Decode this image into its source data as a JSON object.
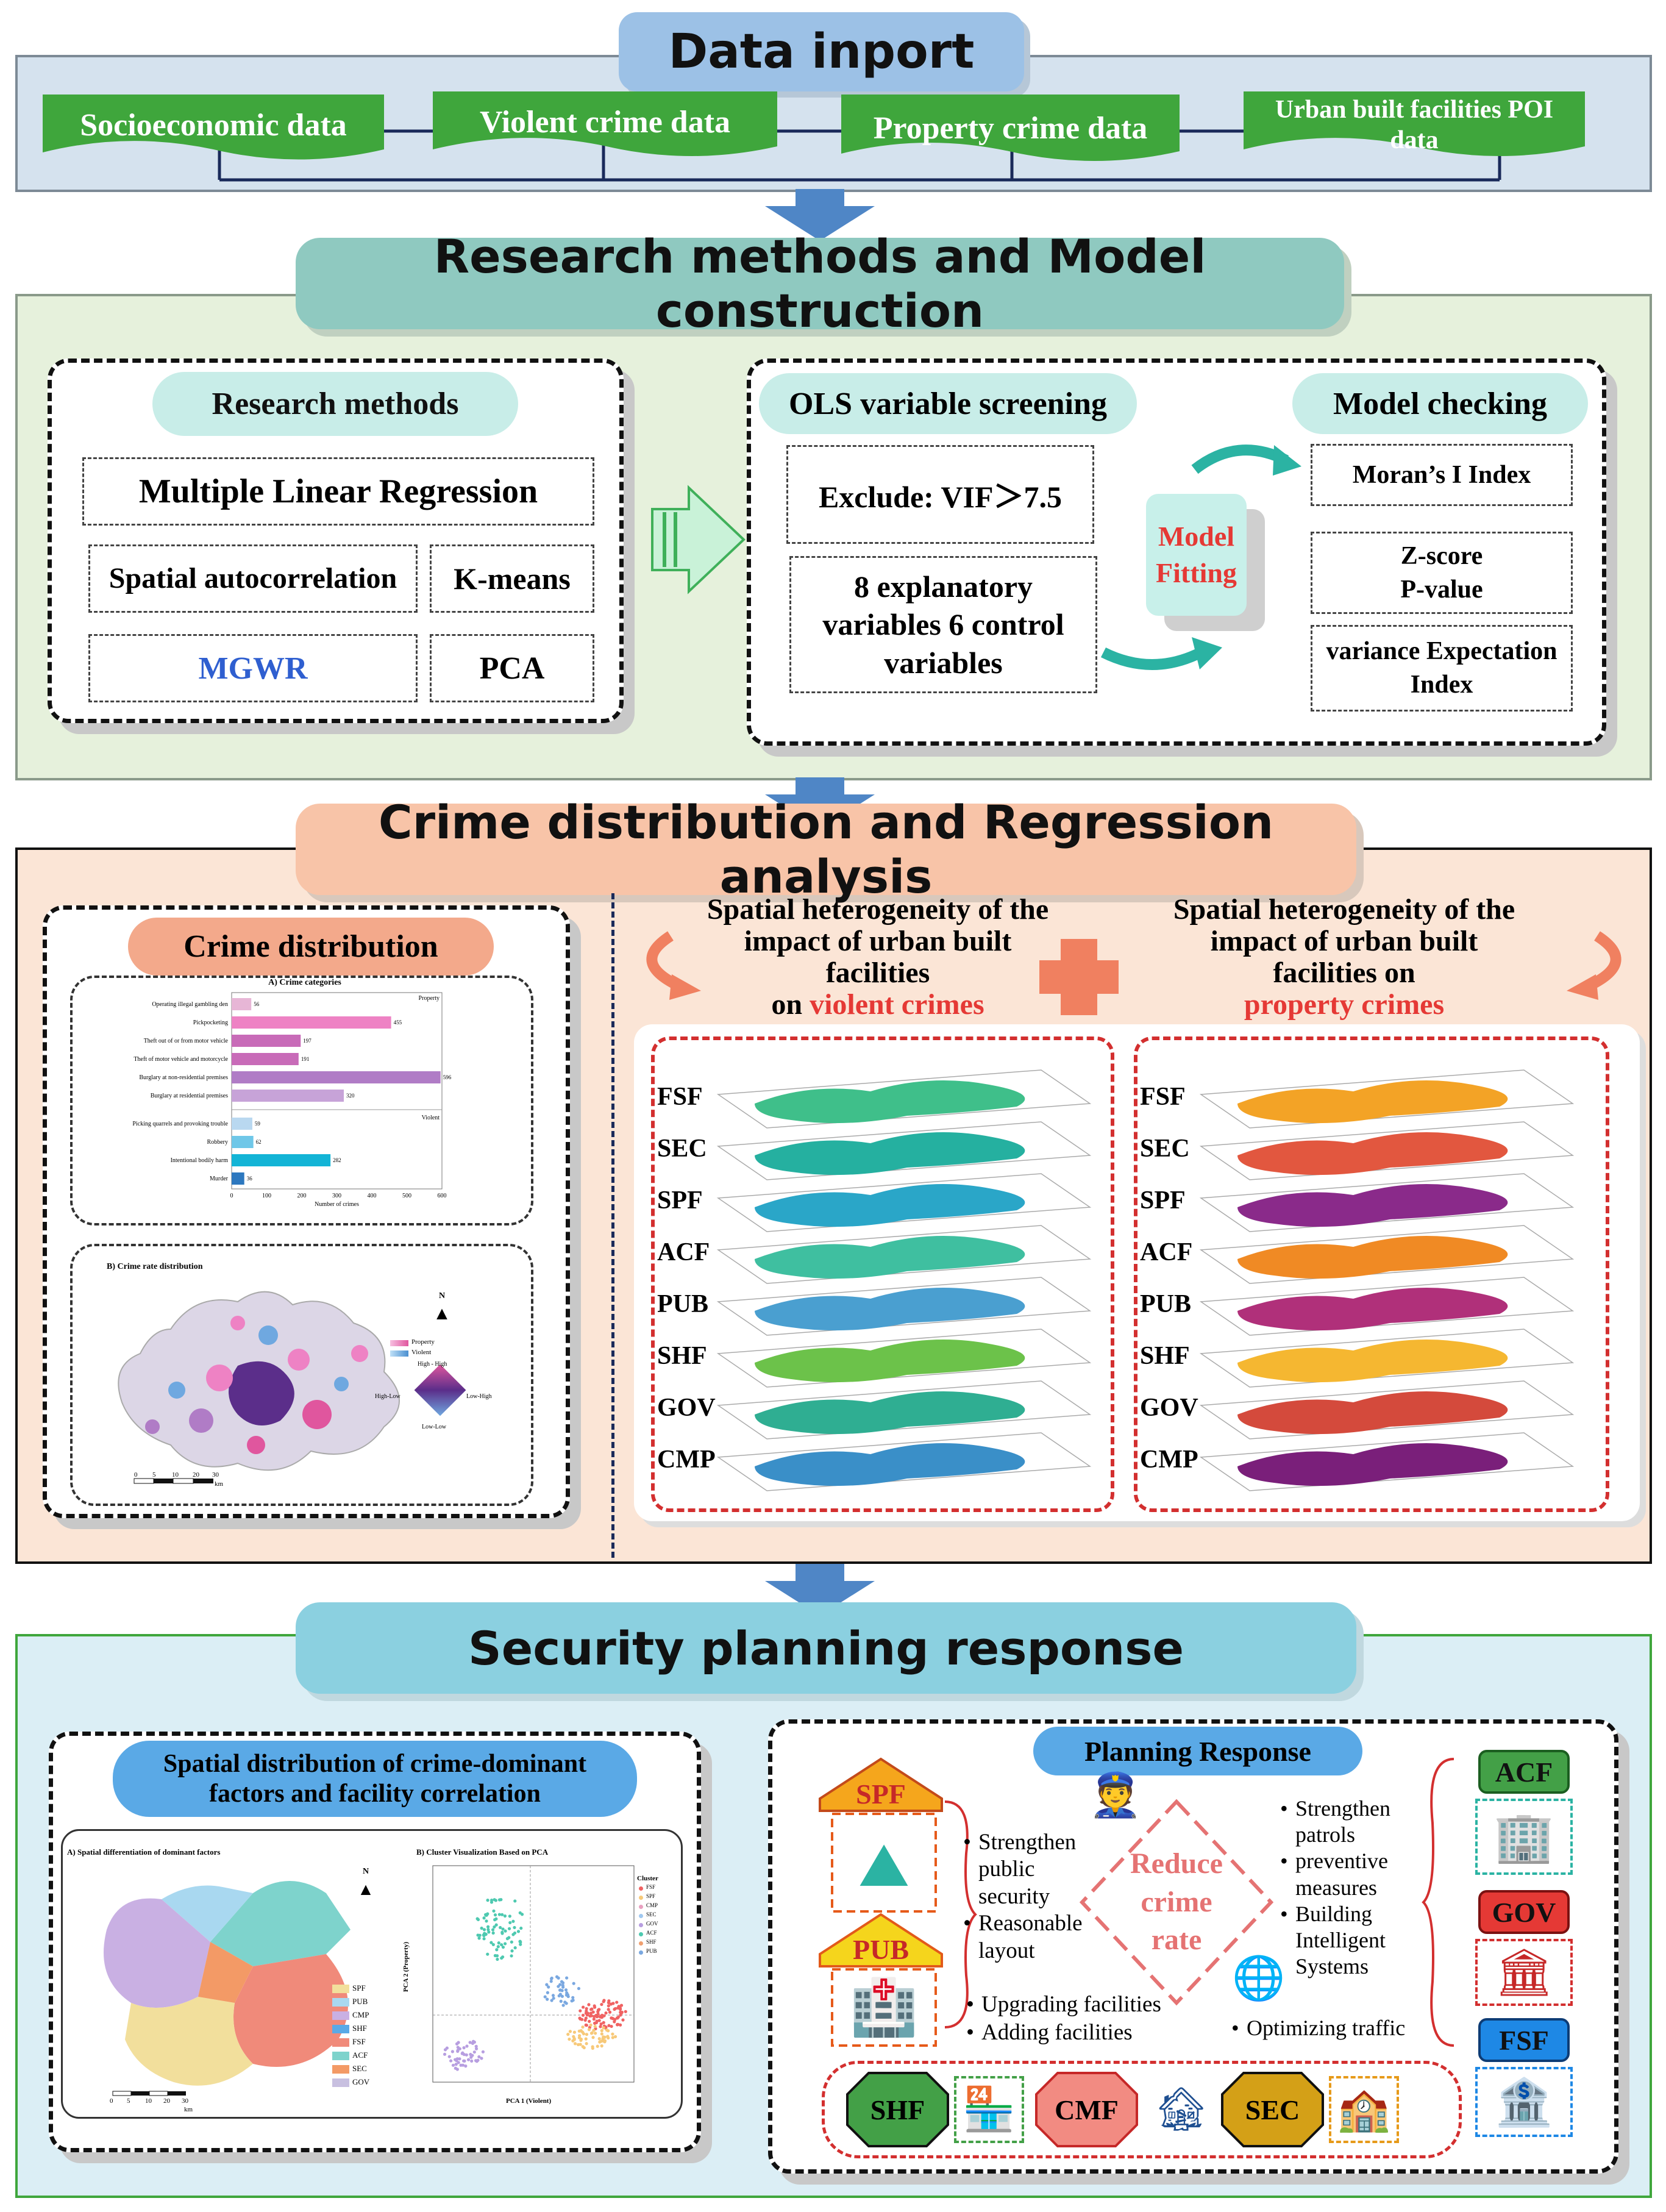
{
  "colors": {
    "data_bg": "#d5e2ee",
    "methods_bg": "#e6f1dc",
    "crime_bg": "#fbe5d6",
    "security_bg": "#dbeef5",
    "green_tag": "#3fa63c",
    "teal_pill": "#c8ede8",
    "orange_pill": "#f3a98b",
    "blue_pill": "#5aa9e6",
    "red_text": "#e53935",
    "blue_text": "#2f5fd0",
    "arrow_blue": "#4f86c6"
  },
  "data_import": {
    "title": "Data inport",
    "items": [
      "Socioeconomic data",
      "Violent crime data",
      "Property crime data",
      "Urban built facilities POI data"
    ]
  },
  "methods": {
    "title": "Research methods and Model construction",
    "research_methods": {
      "title": "Research methods",
      "multiple": "Multiple Linear Regression",
      "spatial": "Spatial autocorrelation",
      "kmeans": "K-means",
      "mgwr": "MGWR",
      "pca": "PCA"
    },
    "ols": {
      "title": "OLS variable screening",
      "exclude": "Exclude: VIF＞7.5",
      "vars": "8 explanatory variables 6 control variables"
    },
    "model_fitting": "Model Fitting",
    "checking": {
      "title": "Model checking",
      "moran": "Moran’s I Index",
      "z": "Z-score P-value",
      "variance": "variance Expectation Index"
    }
  },
  "crime": {
    "title": "Crime distribution and Regression analysis",
    "distribution_title": "Crime distribution",
    "chart_a_title": "A) Crime categories",
    "chart_b_title": "B) Crime rate distribution",
    "violent_heading_a": "Spatial heterogeneity of the impact of urban built facilities",
    "violent_heading_b": "on ",
    "violent_heading_red": "violent crimes",
    "property_heading_a": "Spatial heterogeneity of the impact of urban built facilities on ",
    "property_heading_red": "property crimes",
    "factors": [
      "FSF",
      "SEC",
      "SPF",
      "ACF",
      "PUB",
      "SHF",
      "GOV",
      "CMP"
    ],
    "legend": {
      "property": "Property",
      "violent": "Violent",
      "hh": "High - High",
      "lh": "Low-High",
      "hl": "High-Low",
      "ll": "Low-Low",
      "north": "N",
      "scale": [
        "0",
        "5",
        "10",
        "20",
        "30"
      ],
      "km": "km"
    }
  },
  "chart_data": {
    "type": "bar",
    "title": "A) Crime categories",
    "xlabel": "Number of crimes",
    "xlim": [
      0,
      600
    ],
    "xticks": [
      "0",
      "100",
      "200",
      "300",
      "400",
      "500",
      "600"
    ],
    "groups": [
      {
        "name": "Property",
        "range": [
          0,
          5
        ]
      },
      {
        "name": "Violent",
        "range": [
          6,
          9
        ]
      }
    ],
    "categories": [
      "Operating illegal gambling den",
      "Pickpocketing",
      "Theft out of or from motor vehicle",
      "Theft of motor vehicle and motorcycle",
      "Burglary at non-residential premises",
      "Burglary at residential premises",
      "Picking quarrels and provoking trouble",
      "Robbery",
      "Intentional bodily harm",
      "Murder"
    ],
    "values": [
      56,
      455,
      197,
      191,
      596,
      320,
      59,
      62,
      282,
      36
    ],
    "colors": [
      "#e7b6d6",
      "#ee82c4",
      "#c86bb8",
      "#c86bb8",
      "#b07cc6",
      "#c7a3d8",
      "#b9d8f0",
      "#6fc7e8",
      "#13b4d6",
      "#2d78bf"
    ]
  },
  "security": {
    "title": "Security planning response",
    "spatial_title": "Spatial distribution of crime-dominant factors and facility correlation",
    "map_a_title": "A) Spatial differentiation of dominant factors",
    "map_b_title": "B) Cluster Visualization Based on PCA",
    "map_legend": [
      "SPF",
      "PUB",
      "CMP",
      "SHF",
      "FSF",
      "ACF",
      "SEC",
      "GOV"
    ],
    "cluster_title": "Cluster",
    "cluster_legend": [
      "FSF",
      "SPF",
      "CMP",
      "SEC",
      "GOV",
      "ACF",
      "SHF",
      "PUB"
    ],
    "pca_x": "PCA 1 (Violent)",
    "pca_y": "PCA 2 (Property)",
    "scale": [
      "0",
      "5",
      "10",
      "20",
      "30"
    ],
    "km": "km",
    "north": "N",
    "planning_title": "Planning Response",
    "spf": "SPF",
    "pub": "PUB",
    "acf": "ACF",
    "gov": "GOV",
    "fsf": "FSF",
    "shf": "SHF",
    "cmf": "CMF",
    "sec": "SEC",
    "reduce": "Reduce crime rate",
    "left_bullets": [
      "Strengthen public security",
      "Reasonable layout"
    ],
    "bottom_bullets": [
      "Upgrading facilities",
      "Adding facilities"
    ],
    "right_bullets": [
      "Strengthen patrols",
      "preventive measures",
      "Building Intelligent Systems"
    ],
    "traffic": "Optimizing traffic"
  }
}
